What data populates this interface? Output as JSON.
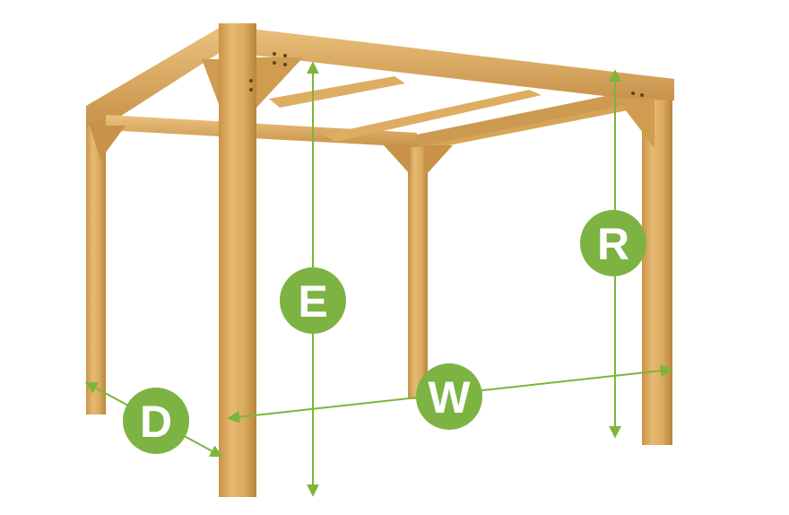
{
  "colors": {
    "wood_light": "#E3B56C",
    "wood_mid": "#D7A356",
    "wood_dark": "#B98638",
    "wood_shadow": "#A57327",
    "dimension_green": "#7DB53A",
    "badge_green": "#7CB342",
    "background": "#FFFFFF"
  },
  "labels": {
    "depth": "D",
    "width": "W",
    "eave_height": "E",
    "ridge_height": "R"
  }
}
